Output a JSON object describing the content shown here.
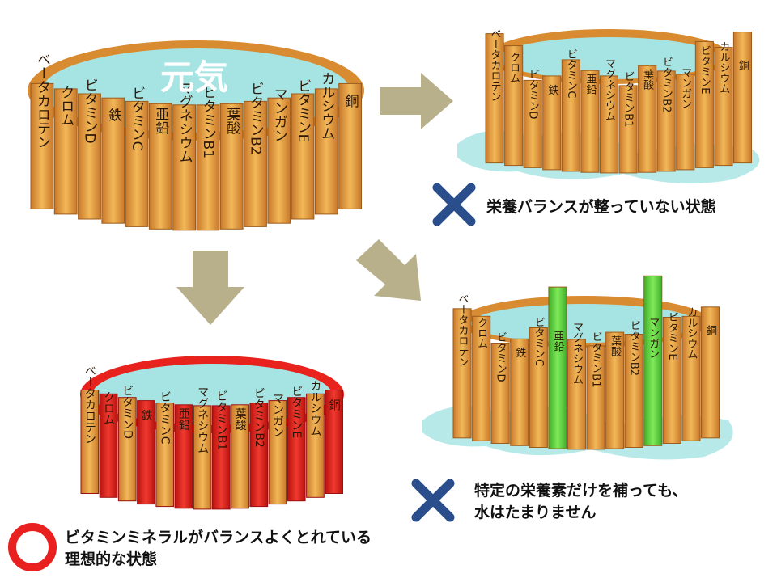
{
  "barrels": {
    "full": {
      "title": "元気",
      "labels": [
        "ベータカロテン",
        "クロム",
        "ビタミンD",
        "鉄",
        "ビタミンC",
        "亜鉛",
        "マグネシウム",
        "ビタミンB1",
        "葉酸",
        "ビタミンB2",
        "マンガン",
        "ビタミンE",
        "カルシウム",
        "銅"
      ]
    },
    "balanced": {
      "labels": [
        "ベータカロテン",
        "クロム",
        "ビタミンD",
        "鉄",
        "ビタミンC",
        "亜鉛",
        "マグネシウム",
        "ビタミンB1",
        "葉酸",
        "ビタミンB2",
        "マンガン",
        "ビタミンE",
        "カルシウム",
        "銅"
      ]
    },
    "unbalanced": {
      "labels": [
        "ベータカロテン",
        "クロム",
        "ビタミンD",
        "鉄",
        "ビタミンC",
        "亜鉛",
        "マグネシウム",
        "ビタミンB1",
        "葉酸",
        "ビタミンB2",
        "マンガン",
        "ビタミンE",
        "カルシウム",
        "銅"
      ]
    },
    "supplemented": {
      "labels": [
        "ベータカロテン",
        "クロム",
        "ビタミンD",
        "鉄",
        "ビタミンC",
        "亜鉛",
        "マグネシウム",
        "ビタミンB1",
        "葉酸",
        "ビタミンB2",
        "マンガン",
        "ビタミンE",
        "カルシウム",
        "銅"
      ]
    }
  },
  "captions": {
    "unbalanced": "栄養バランスが整っていない状態",
    "supplemented_line1": "特定の栄養素だけを補っても、",
    "supplemented_line2": "水はたまりません",
    "balanced_line1": "ビタミンミネラルがバランスよくとれている",
    "balanced_line2": "理想的な状態"
  },
  "colors": {
    "wood": "#E9A23F",
    "wood_dark": "#C9782A",
    "water": "#A6E4E4",
    "red_stave": "#E8231E",
    "green_stave": "#66DD44",
    "arrow": "#B8B08A",
    "cross": "#2A4E8C",
    "circle": "#E82020"
  }
}
